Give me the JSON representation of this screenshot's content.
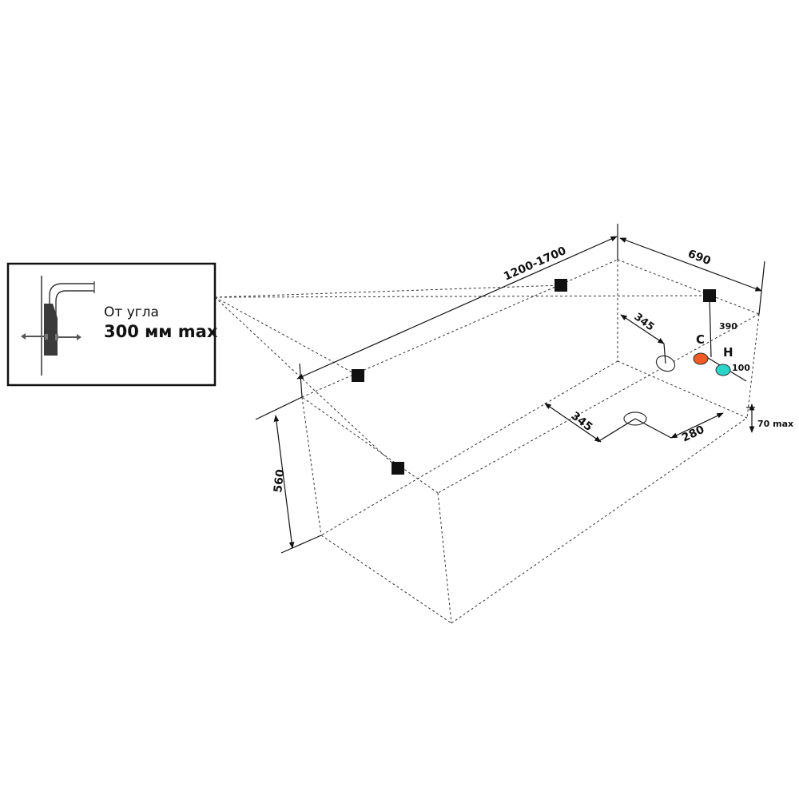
{
  "inset": {
    "line1": "От угла",
    "line2": "300 мм max"
  },
  "dimensions": {
    "length": "1200-1700",
    "width": "690",
    "height": "560",
    "drain_offset_side": "345",
    "drain_offset_length": "345",
    "drain_offset_end": "280",
    "tap_height": "390",
    "tap_spacing": "100",
    "rim_height": "70 max"
  },
  "taps": {
    "cold_label": "C",
    "hot_label": "H",
    "cold_color": "#f05a24",
    "hot_color": "#2ad4c8"
  }
}
